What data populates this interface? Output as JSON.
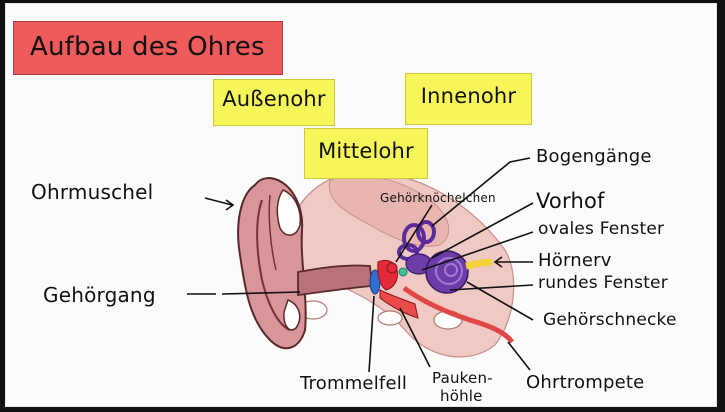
{
  "title": "Aufbau des Ohres",
  "sections": {
    "outer": "Außenohr",
    "inner": "Innenohr",
    "middle": "Mittelohr"
  },
  "labels": {
    "ohrmuschel": "Ohrmuschel",
    "gehoergang": "Gehörgang",
    "bogengaenge": "Bogengänge",
    "gehoerknoechelchen": "Gehörknöchelchen",
    "vorhof": "Vorhof",
    "ovales_fenster": "ovales Fenster",
    "hoernerv": "Hörnerv",
    "rundes_fenster": "rundes Fenster",
    "gehoerschnecke": "Gehörschnecke",
    "trommelfell": "Trommelfell",
    "paukenhoehle_1": "Pauken-",
    "paukenhoehle_2": "höhle",
    "ohrtrompete": "Ohrtrompete"
  },
  "colors": {
    "title_box": "#ef5a5a",
    "section_box": "#f6f55a",
    "ear_skin": "#d8959a",
    "bone": "#f0c9c4",
    "cochlea": "#6c3ca8",
    "eardrum": "#2f6fd0",
    "ossicles": "#e32a3a",
    "nerve": "#f4d23a"
  }
}
